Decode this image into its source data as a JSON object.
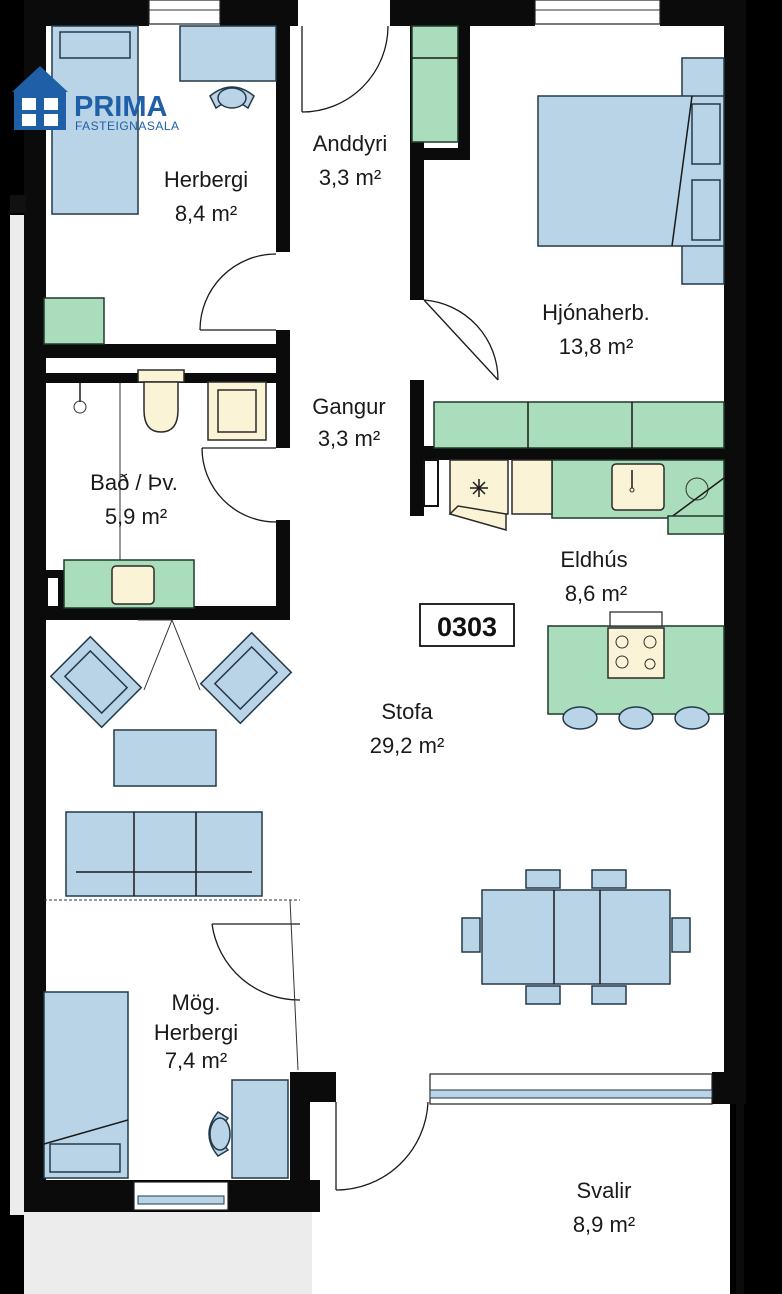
{
  "logo": {
    "title": "PRIMA",
    "subtitle": "FASTEIGNASALA",
    "color": "#1f5fa8"
  },
  "unit_number": "0303",
  "rooms": [
    {
      "id": "herbergi",
      "name": "Herbergi",
      "area": "8,4 m²"
    },
    {
      "id": "anddyri",
      "name": "Anddyri",
      "area": "3,3 m²"
    },
    {
      "id": "hjonaherb",
      "name": "Hjónaherb.",
      "area": "13,8 m²"
    },
    {
      "id": "gangur",
      "name": "Gangur",
      "area": "3,3 m²"
    },
    {
      "id": "bad",
      "name": "Bað / Þv.",
      "area": "5,9 m²"
    },
    {
      "id": "eldhus",
      "name": "Eldhús",
      "area": "8,6 m²"
    },
    {
      "id": "stofa",
      "name": "Stofa",
      "area": "29,2 m²"
    },
    {
      "id": "mog",
      "name": "Mög.",
      "name2": "Herbergi",
      "area": "7,4 m²"
    },
    {
      "id": "svalir",
      "name": "Svalir",
      "area": "8,9 m²"
    }
  ],
  "colors": {
    "furniture": "#b8d4e6",
    "cabinetry": "#a9ddbb",
    "appliance": "#fbf3d5",
    "wall": "#0b0b0b",
    "floor": "#ffffff"
  }
}
